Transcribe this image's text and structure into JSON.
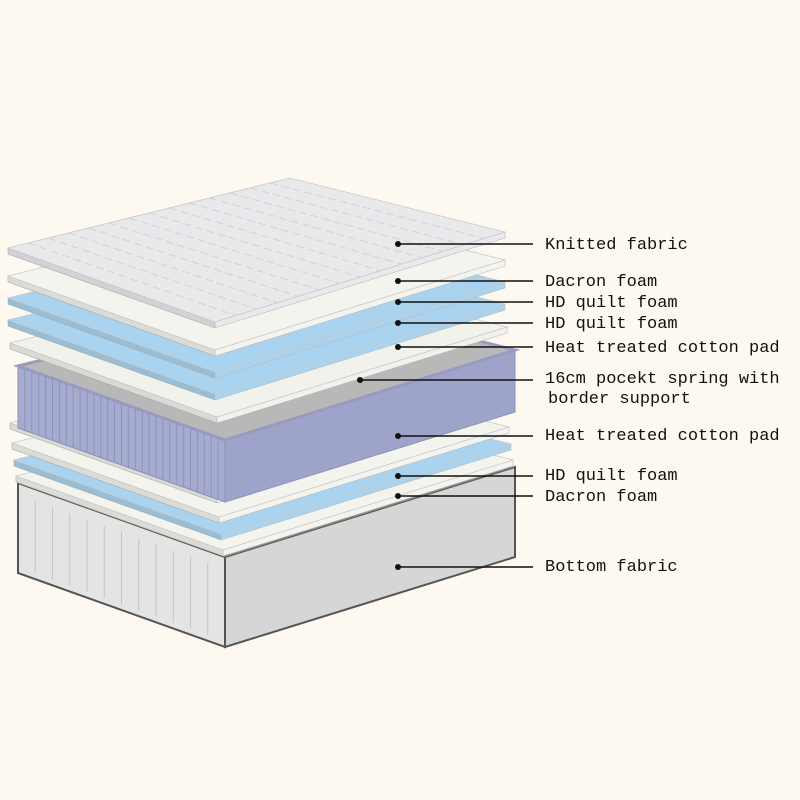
{
  "diagram": {
    "layers": [
      {
        "label": "Knitted fabric",
        "color": "#e9e9ec"
      },
      {
        "label": "Dacron foam",
        "color": "#f4f4ef"
      },
      {
        "label": "HD quilt foam",
        "color": "#a9d3ee"
      },
      {
        "label": "HD quilt foam",
        "color": "#a9d3ee"
      },
      {
        "label": "Heat treated cotton pad",
        "color": "#f2f2ec"
      },
      {
        "label": "16cm pocekt spring with",
        "label2": "border support",
        "color": "#a9aed0"
      },
      {
        "label": "Heat treated cotton pad",
        "color": "#f2f2ec"
      },
      {
        "label": "HD quilt foam",
        "color": "#a9d3ee"
      },
      {
        "label": "Dacron foam",
        "color": "#f4f4ef"
      },
      {
        "label": "Bottom fabric",
        "color": "#d9d9d9"
      }
    ]
  }
}
